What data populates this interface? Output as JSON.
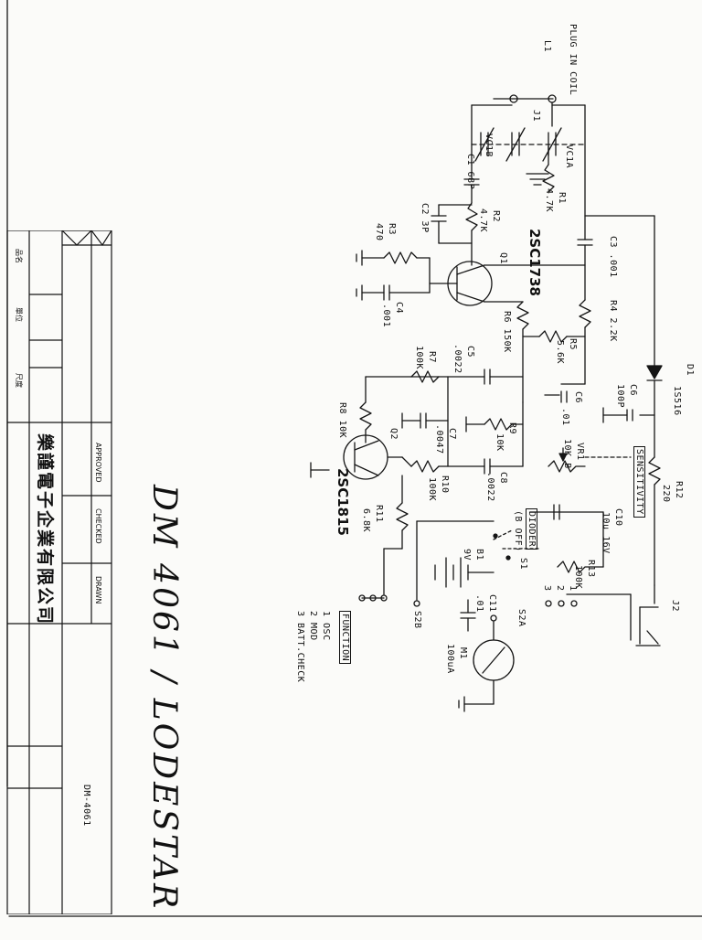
{
  "drawing": {
    "handwritten_title": "DM 4061 / LODESTAR",
    "labels": {
      "plug_in_coil": "PLUG IN COIL",
      "l1": "L1",
      "j1": "J1",
      "c1": "C1 68P",
      "vc1a": "VC1A",
      "vc1b": "VC1B",
      "r1": "R1",
      "r1_val": "4.7K",
      "r2": "R2",
      "r2_val": "4.7K",
      "c2": "C2 3P",
      "r3": "R3",
      "r3_val": "470",
      "c4": "C4",
      "c4_val": ".001",
      "c3": "C3 .001",
      "q1": "Q1",
      "q1_type": "2SC1738",
      "r4": "R4 2.2K",
      "r5": "R5",
      "r5_val": "5.6K",
      "r6": "R6 150K",
      "c5": "C5",
      "c5_val": ".0022",
      "r7": "R7",
      "r7_val": "100K",
      "d1": "D1",
      "d1_type": "1S516",
      "c6": "C6",
      "c6_val": ".01",
      "c_100p": "C6",
      "c_100p_val": "100P",
      "r8": "R8 10K",
      "q2": "Q2",
      "q2_type": "2SC1815",
      "c7": "C7",
      "c7_val": ".0047",
      "r9": "R9",
      "r9_val": "10K",
      "r10": "R10",
      "r10_val": "100K",
      "c8": "C8",
      "c8_val": ".0022",
      "vr1": "VR1",
      "vr1_val": "10K B",
      "sensitivity": "SENSITIVITY",
      "r12": "R12",
      "r12_val": "220",
      "r11": "R11",
      "r11_val": "6.8K",
      "c10": "C10",
      "c10_val": "10u 16V",
      "dioder": "DIODER",
      "dioder_sub": "(B OFF)",
      "r13": "R13",
      "r13_val": "100K",
      "b1": "B1",
      "b1_val": "9V",
      "s1": "S1",
      "c11": "C11",
      "c11_val": ".01",
      "m1": "M1",
      "m1_val": "100uA",
      "s2a": "S2A",
      "s2b": "S2B",
      "j2": "J2",
      "pin_3": "3",
      "pin_2": "2",
      "pin_1": "1",
      "function": "FUNCTION",
      "func_1": "1 OSC",
      "func_2": "2 MOD",
      "func_3": "3 BATT.CHECK"
    }
  },
  "title_block": {
    "company": "樂謹電子企業有限公司",
    "approved": "APPROVED",
    "checked": "CHECKED",
    "drawn": "DRAWN",
    "dwg_no": "DM-4061",
    "unit_label": "尺度",
    "qty_label": "單位",
    "part_label": "品名"
  }
}
